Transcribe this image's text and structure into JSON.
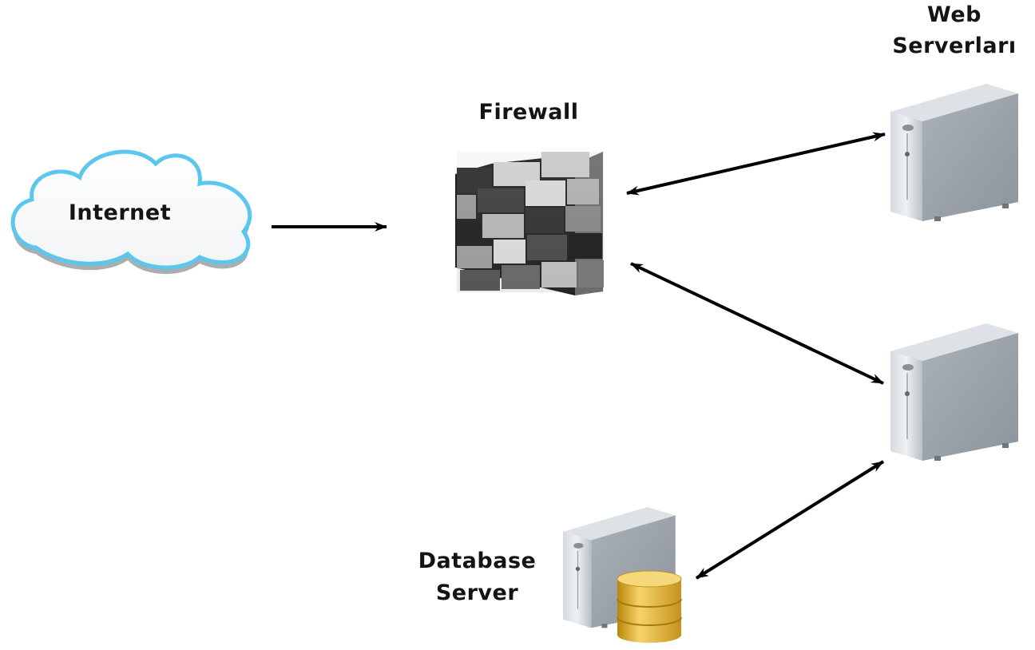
{
  "labels": {
    "internet": "Internet",
    "firewall": "Firewall",
    "web_line1": "Web",
    "web_line2": "Serverları",
    "db_line1": "Database",
    "db_line2": "Server"
  },
  "icons": {
    "internet": "cloud-icon",
    "firewall": "firewall-brick-wall-icon",
    "web_server": "server-tower-icon",
    "database": "database-cylinder-icon"
  },
  "colors": {
    "cloud_outline": "#5bc6ee",
    "arrow": "#000000",
    "server_body": "#a7aeb5",
    "database_gold": "#e2b236"
  }
}
